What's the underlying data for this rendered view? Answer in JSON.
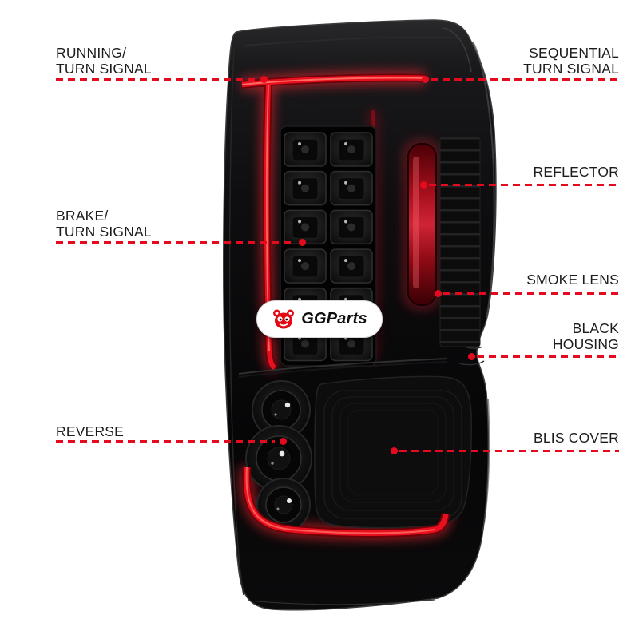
{
  "colors": {
    "accent": "#e60a1e",
    "label_text": "#1c1c1c",
    "lamp_red": "#e8101f"
  },
  "badge": {
    "brand": "GGParts"
  },
  "callouts": {
    "running": {
      "line1": "RUNNING/",
      "line2": "TURN SIGNAL"
    },
    "sequential": {
      "line1": "SEQUENTIAL",
      "line2": "TURN SIGNAL"
    },
    "reflector": {
      "line1": "REFLECTOR"
    },
    "brake": {
      "line1": "BRAKE/",
      "line2": "TURN SIGNAL"
    },
    "smoke_lens": {
      "line1": "SMOKE LENS"
    },
    "black_housing": {
      "line1": "BLACK",
      "line2": "HOUSING"
    },
    "reverse": {
      "line1": "REVERSE"
    },
    "blis_cover": {
      "line1": "BLIS COVER"
    }
  }
}
